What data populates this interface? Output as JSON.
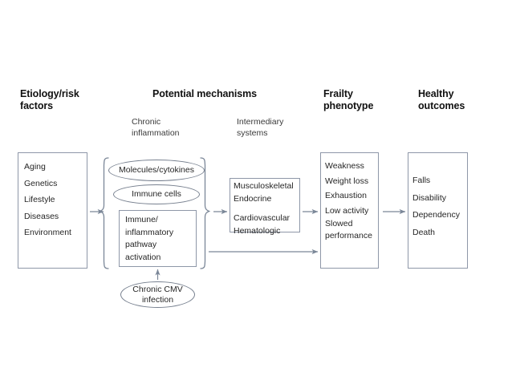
{
  "diagram": {
    "title_columns": [
      {
        "id": "etiology",
        "label": "Etiology/risk\nfactors"
      },
      {
        "id": "mechanisms",
        "label": "Potential mechanisms"
      },
      {
        "id": "frailty",
        "label": "Frailty\nphenotype"
      },
      {
        "id": "outcomes",
        "label": "Healthy\noutcomes"
      }
    ],
    "sub_headers": [
      {
        "id": "chronic-inflammation",
        "label": "Chronic\ninflammation"
      },
      {
        "id": "intermediary-systems",
        "label": "Intermediary\nsystems"
      }
    ],
    "etiology_box": {
      "items": [
        "Aging",
        "Genetics",
        "Lifestyle",
        "Diseases",
        "Environment"
      ]
    },
    "mechanisms_group": {
      "ellipse_molecules": "Molecules/cytokines",
      "ellipse_immune_cells": "Immune cells",
      "pathway_box": "Immune/\ninflammatory\npathway\nactivation"
    },
    "cmv_ellipse": "Chronic\nCMV infection",
    "intermediary_box": {
      "group_one": [
        "Musculoskeletal",
        "Endocrine"
      ],
      "group_two": [
        "Cardiovascular",
        "Hematologic"
      ]
    },
    "frailty_box": {
      "items": [
        "Weakness",
        "Weight loss",
        "Exhaustion",
        "Low activity",
        "Slowed\nperformance"
      ]
    },
    "outcomes_box": {
      "items": [
        "Falls",
        "Disability",
        "Dependency",
        "Death"
      ]
    },
    "colors": {
      "stroke": "#8e97a8",
      "arrow": "#7b8798",
      "text": "#262626",
      "heading": "#111111",
      "background": "#ffffff"
    }
  }
}
